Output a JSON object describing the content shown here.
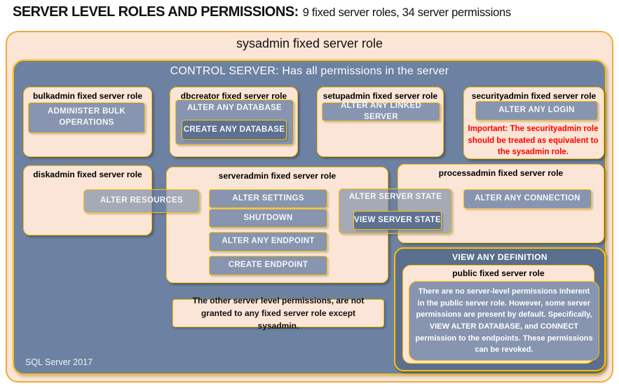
{
  "title": {
    "heading": "SERVER LEVEL ROLES AND PERMISSIONS:",
    "subheading": "9 fixed server roles, 34 server permissions"
  },
  "sysadmin_box": {
    "label": "sysadmin fixed server role"
  },
  "control_server_box": {
    "label": "CONTROL SERVER: Has all permissions in the server"
  },
  "roles": {
    "bulkadmin": {
      "title": "bulkadmin fixed server role",
      "permission": "ADMINISTER BULK OPERATIONS"
    },
    "dbcreator": {
      "title": "dbcreator fixed server role",
      "permission_outer": "ALTER ANY DATABASE",
      "permission_inner": "CREATE ANY DATABASE"
    },
    "setupadmin": {
      "title": "setupadmin fixed server role",
      "permission": "ALTER ANY LINKED SERVER"
    },
    "securityadmin": {
      "title": "securityadmin fixed server role",
      "permission": "ALTER ANY LOGIN",
      "warning": "Important: The securityadmin role should be treated as equivalent to the sysadmin role."
    },
    "diskadmin": {
      "title": "diskadmin fixed server role",
      "permission": "ALTER RESOURCES"
    },
    "serveradmin": {
      "title": "serveradmin fixed server role",
      "permissions": [
        "ALTER SETTINGS",
        "SHUTDOWN",
        "ALTER ANY ENDPOINT",
        "CREATE ENDPOINT"
      ],
      "shared_outer": "ALTER SERVER STATE",
      "shared_inner": "VIEW SERVER STATE"
    },
    "processadmin": {
      "title": "processadmin fixed server role",
      "permission": "ALTER ANY CONNECTION"
    },
    "public": {
      "container_label": "VIEW ANY DEFINITION",
      "title": "public fixed server role",
      "note": "There are no server-level permissions inherent in the public server role. However, some server permissions are present by default. Specifically, VIEW ALTER DATABASE, and CONNECT permission to the endpoints. These permissions can be revoked."
    }
  },
  "footnote": "The other server level permissions, are not granted to any fixed server role except sysadmin.",
  "version_label": "SQL Server 2017",
  "colors": {
    "peach_fill": "#fbe5d6",
    "gold_border": "#ffc000",
    "outer_border": "#f3a93c",
    "slate_background": "#6d82a2",
    "dark_slate": "#5a6e8e",
    "button_blue": "#8795b0",
    "dark_button_blue": "#5d7191",
    "warning_red": "#ff0000"
  }
}
